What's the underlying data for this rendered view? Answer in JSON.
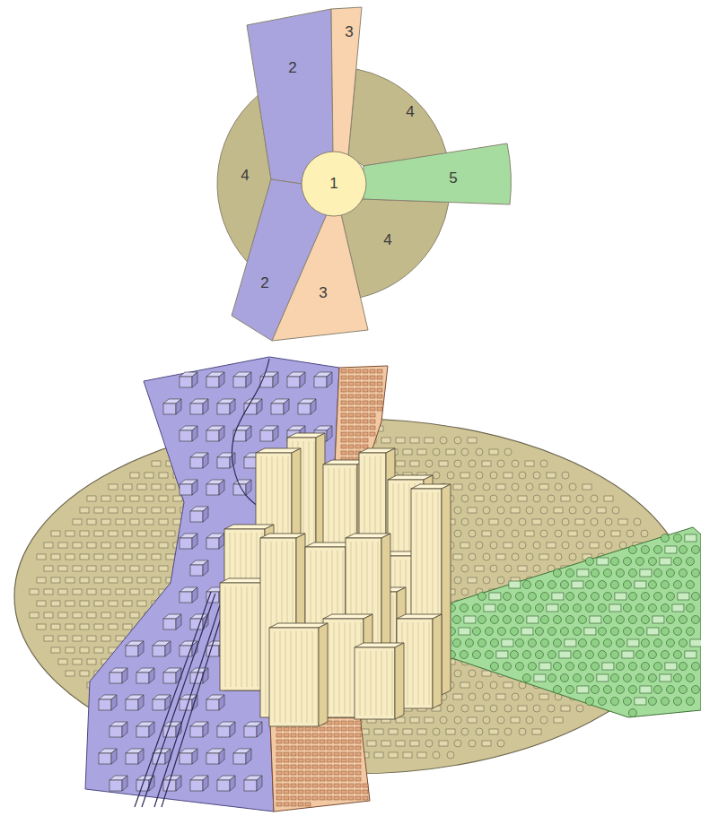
{
  "diagram": {
    "nodes": [
      {
        "text": [
          "2"
        ]
      },
      {
        "text": [
          "3"
        ]
      },
      {
        "text": [
          "4"
        ]
      },
      {
        "text": [
          "4"
        ]
      },
      {
        "text": [
          "1"
        ]
      },
      {
        "text": [
          "5"
        ]
      },
      {
        "text": [
          "4"
        ]
      },
      {
        "text": [
          "2"
        ]
      },
      {
        "text": [
          "3"
        ]
      }
    ]
  }
}
